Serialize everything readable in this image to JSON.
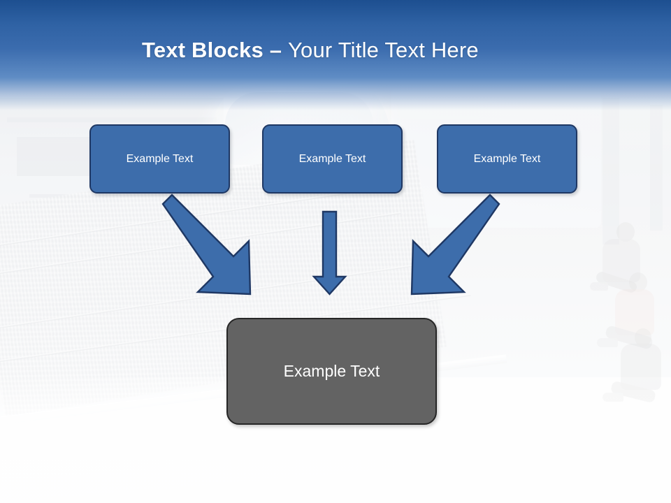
{
  "slide": {
    "title_bold": "Text Blocks ",
    "title_dash": "– ",
    "title_light": "Your Title Text Here",
    "background_description": "train-station-platform-photo"
  },
  "colors": {
    "header_top": "#1d4f90",
    "header_mid": "#3b6cae",
    "box_blue_fill": "#3d6dab",
    "box_blue_border": "#1f3864",
    "box_grey_fill": "#636363",
    "box_grey_border": "#262626",
    "arrow_fill": "#3d6dab",
    "arrow_border": "#1f3864",
    "text_white": "#ffffff"
  },
  "nodes": {
    "top": [
      {
        "label": "Example Text"
      },
      {
        "label": "Example Text"
      },
      {
        "label": "Example Text"
      }
    ],
    "bottom": {
      "label": "Example Text"
    }
  },
  "connectors": [
    {
      "name": "arrow-left-diagonal",
      "direction": "down-right",
      "from": "box-1",
      "to": "result-box"
    },
    {
      "name": "arrow-center-vertical",
      "direction": "down",
      "from": "box-2",
      "to": "result-box"
    },
    {
      "name": "arrow-right-diagonal",
      "direction": "down-left",
      "from": "box-3",
      "to": "result-box"
    }
  ]
}
